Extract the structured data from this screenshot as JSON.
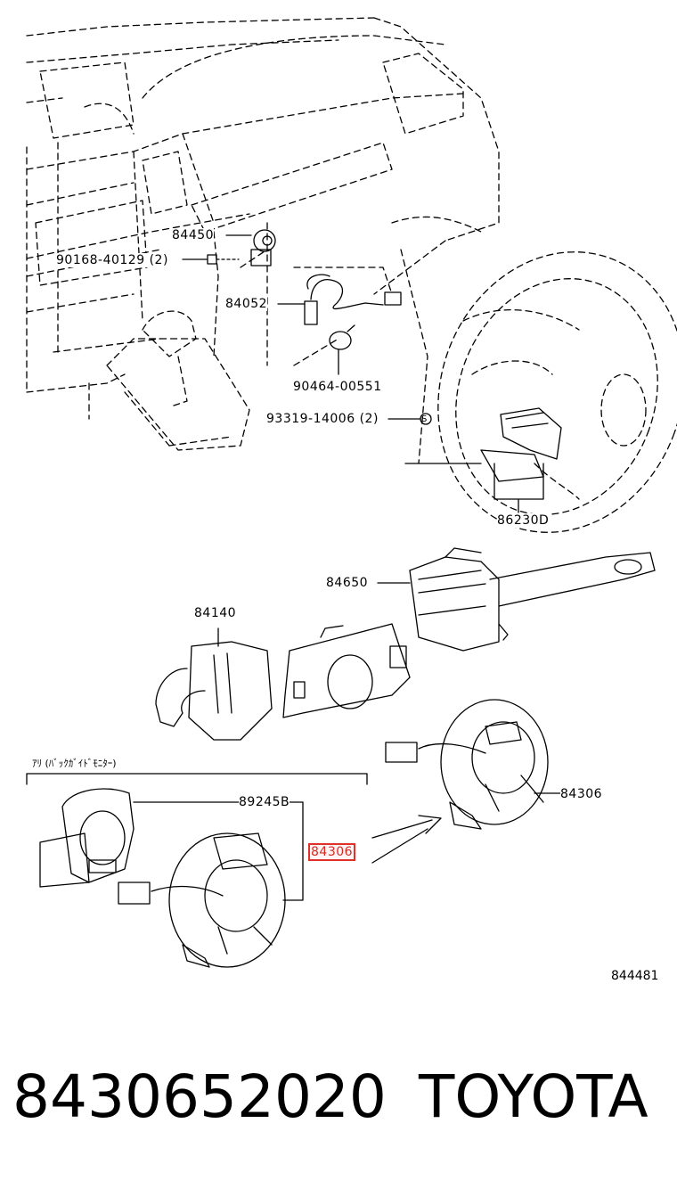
{
  "diagram": {
    "labels": [
      {
        "id": "p84450",
        "text": "84450"
      },
      {
        "id": "p90168",
        "text": "90168-40129 (2)"
      },
      {
        "id": "p84052",
        "text": "84052"
      },
      {
        "id": "p90464",
        "text": "90464-00551"
      },
      {
        "id": "p93319",
        "text": "93319-14006 (2)"
      },
      {
        "id": "p86230",
        "text": "86230D"
      },
      {
        "id": "p84650",
        "text": "84650"
      },
      {
        "id": "p84140",
        "text": "84140"
      },
      {
        "id": "p89245",
        "text": "89245B"
      },
      {
        "id": "p84306a",
        "text": "84306"
      },
      {
        "id": "p84306b",
        "text": "84306"
      }
    ],
    "bracket_note": "ｱﾘ (ﾊﾞｯｸｶﾞｲﾄﾞﾓﾆﾀｰ)",
    "circle_symbol": "S",
    "diagram_code": "844481"
  },
  "footer": {
    "part_number": "8430652020",
    "brand": "TOYOTA"
  },
  "colors": {
    "highlight": "#e0302a",
    "line": "#000000"
  }
}
